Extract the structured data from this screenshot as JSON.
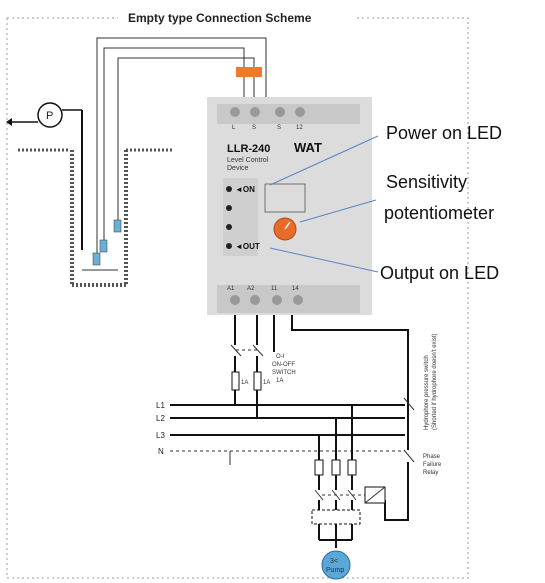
{
  "diagram": {
    "title": "Empty type Connection Scheme",
    "pump_symbol": "P",
    "device": {
      "model": "LLR-240",
      "brand": "WAT",
      "subtitle_line1": "Level Control",
      "subtitle_line2": "Device",
      "on_label": "◄ON",
      "out_label": "◄OUT",
      "top_terminals": [
        "L",
        "S",
        "S",
        "12"
      ],
      "bottom_terminals": [
        "A1",
        "A2",
        "11",
        "14"
      ]
    },
    "callouts": {
      "power_led": "Power on LED",
      "sensitivity_line1": "Sensitivity",
      "sensitivity_line2": "potentiometer",
      "output_led": "Output on LED"
    },
    "switch": {
      "line1": "O-I",
      "line2": "ON-OFF",
      "line3": "SWITCH",
      "line4": "1A",
      "fuse1": "1A",
      "fuse2": "1A"
    },
    "lines": [
      "L1",
      "L2",
      "L3",
      "N"
    ],
    "hydrophore_line1": "Hydrophore pressure switch",
    "hydrophore_line2": "(Shorted if hydrophore doesn't exist)",
    "phase_relay": {
      "line1": "Phase",
      "line2": "Failure",
      "line3": "Relay"
    },
    "motor": {
      "line1": "3<",
      "line2": "Pump"
    }
  }
}
